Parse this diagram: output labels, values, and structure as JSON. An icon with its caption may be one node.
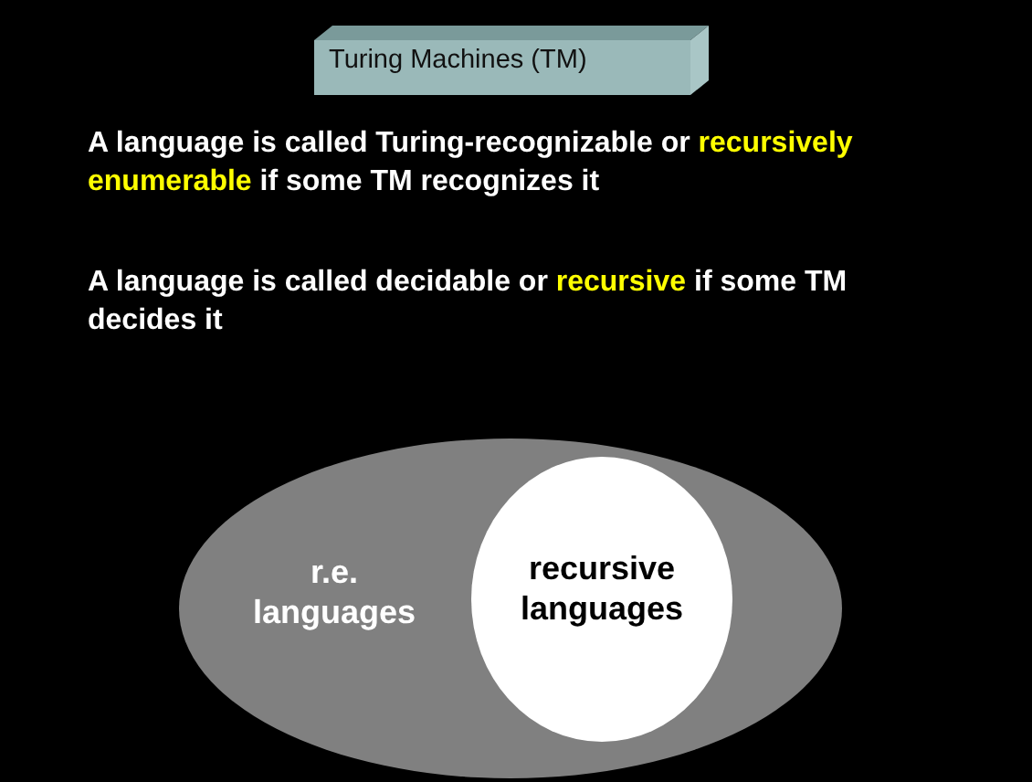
{
  "diagram": {
    "title": "Turing Machines (TM)",
    "nodes": [
      {
        "text": [
          "r.e. languages"
        ]
      },
      {
        "text": [
          "recursive languages"
        ],
        "in": 0
      }
    ],
    "labels": [
      "A language is called Turing-recognizable or *recursively enumerable* if some TM recognizes it",
      "A language is called decidable or *recursive* if some TM decides it"
    ]
  }
}
